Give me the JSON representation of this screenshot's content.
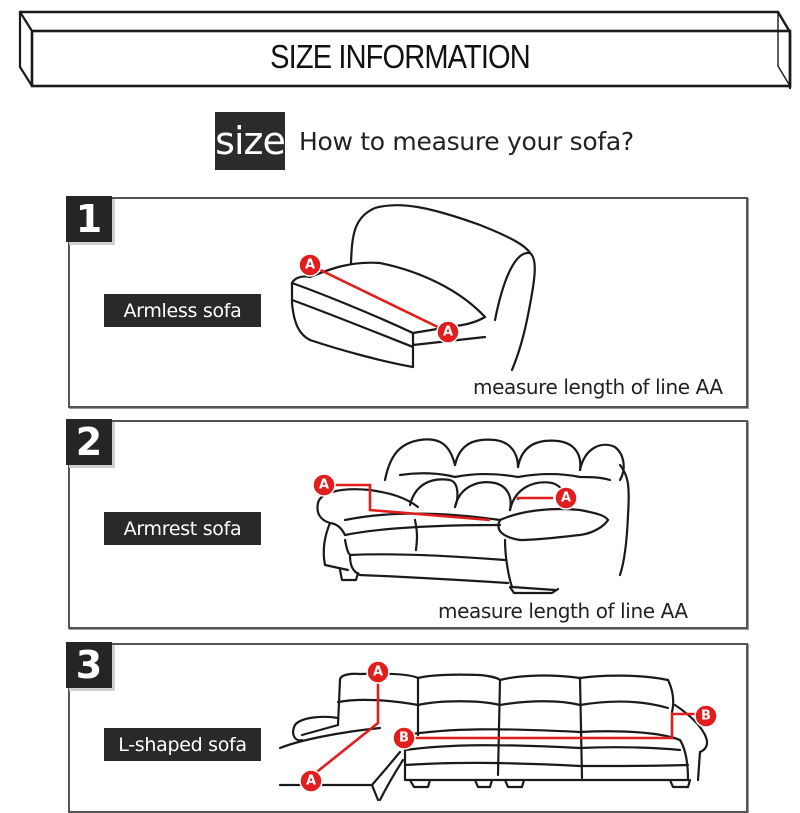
{
  "banner": {
    "title": "SIZE INFORMATION"
  },
  "subtitle": {
    "badge": "size",
    "text": "How to measure your sofa?"
  },
  "colors": {
    "accent_red": "#e11d1d",
    "badge_dark": "#29282a",
    "border_gray": "#555555"
  },
  "panels": [
    {
      "number": "1",
      "type_label": "Armless sofa",
      "note": "measure length of line AA",
      "markers": [
        "A",
        "A"
      ]
    },
    {
      "number": "2",
      "type_label": "Armrest sofa",
      "note": "measure length of line AA",
      "markers": [
        "A",
        "A"
      ]
    },
    {
      "number": "3",
      "type_label": "L-shaped sofa",
      "markers": [
        "A",
        "A",
        "B",
        "B"
      ]
    }
  ]
}
